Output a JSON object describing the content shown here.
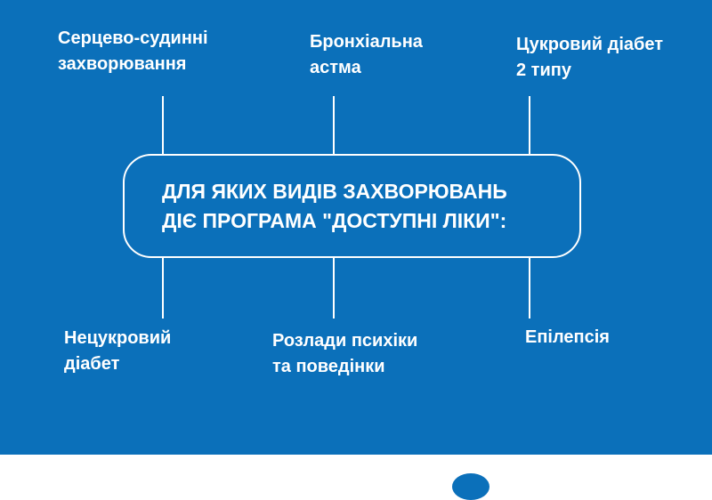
{
  "center": {
    "title": "ДЛЯ ЯКИХ ВИДІВ ЗАХВОРЮВАНЬ\nДІЄ ПРОГРАМА \"ДОСТУПНІ ЛІКИ\":"
  },
  "diseases_top": [
    {
      "label": "Серцево-судинні\nзахворювання"
    },
    {
      "label": "Бронхіальна\nастма"
    },
    {
      "label": "Цукровий діабет\n2 типу"
    }
  ],
  "diseases_bottom": [
    {
      "label": "Нецукровий\nдіабет"
    },
    {
      "label": "Розлади психіки\nта поведінки"
    },
    {
      "label": "Епілепсія"
    }
  ],
  "colors": {
    "background": "#0b70ba",
    "foreground": "#ffffff"
  }
}
